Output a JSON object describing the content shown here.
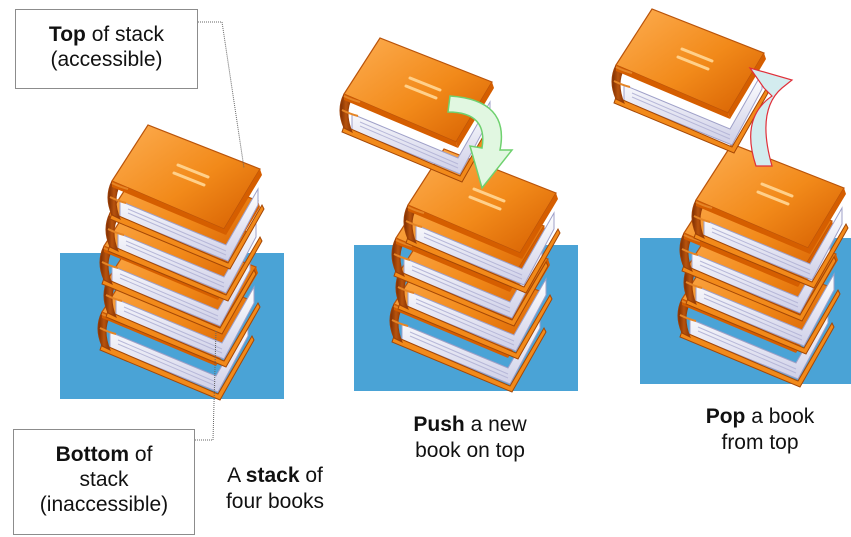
{
  "colors": {
    "water": "#4aa3d6",
    "cover_light": "#fdae52",
    "cover_mid": "#f28a1a",
    "cover_dark": "#d55e00",
    "spine": "#9c3f06",
    "pages": "#e9e9f6",
    "push_arrow": "#e1f7e1",
    "pop_arrow": "#d3ecef",
    "pop_arrow_outline": "#e0303a"
  },
  "callouts": {
    "top": {
      "strong": "Top",
      "rest": " of stack",
      "line2": "(accessible)"
    },
    "bottom": {
      "strong": "Bottom",
      "rest": " of",
      "line2": "stack",
      "line3": "(inaccessible)"
    }
  },
  "panels": [
    {
      "id": "stack",
      "pre": "A ",
      "strong": "stack",
      "post": " of",
      "line2": "four books"
    },
    {
      "id": "push",
      "pre": "",
      "strong": "Push",
      "post": " a new",
      "line2": "book on top"
    },
    {
      "id": "pop",
      "pre": "",
      "strong": "Pop",
      "post": " a book",
      "line2": "from top"
    }
  ]
}
